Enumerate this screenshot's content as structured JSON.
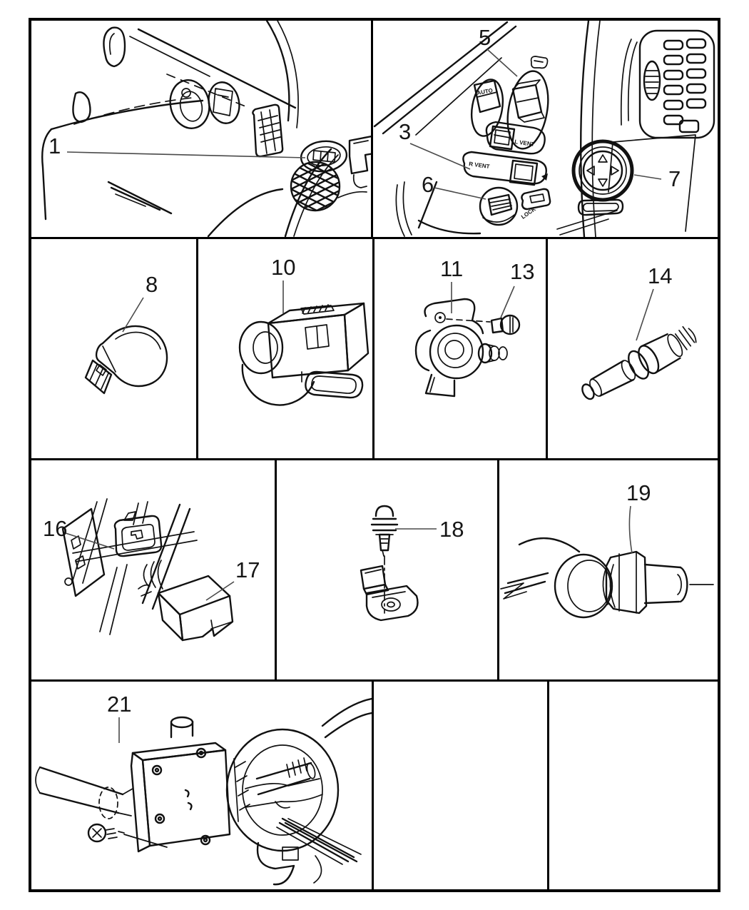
{
  "page": {
    "background": "#ffffff",
    "ink": "#111111",
    "leader_color": "#4a4a4a"
  },
  "callouts": {
    "c1": "1",
    "c3": "3",
    "c5": "5",
    "c6": "6",
    "c7": "7",
    "c8": "8",
    "c10": "10",
    "c11": "11",
    "c13": "13",
    "c14": "14",
    "c16": "16",
    "c17": "17",
    "c18": "18",
    "c19": "19",
    "c21": "21"
  },
  "panel_labels": {
    "auto": "AUTO",
    "l_vent": "L VENT",
    "r_vent": "R VENT",
    "lock": "LOCK"
  }
}
